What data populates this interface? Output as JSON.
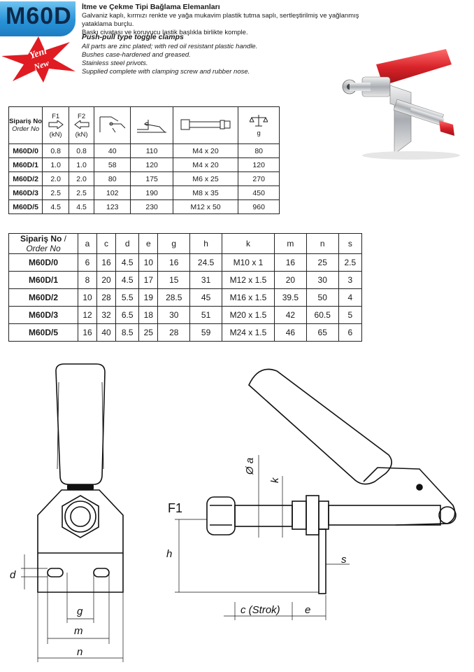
{
  "header": {
    "model": "M60D",
    "badge_line1": "Yeni",
    "badge_line2": "New",
    "tr_title": "İtme ve Çekme Tipi Bağlama Elemanları",
    "tr_desc_1": "Galvaniz kaplı, kırmızı renkte ve yağa mukavim plastik tutma saplı, sertleştirilmiş ve yağlanmış yataklama burçlu.",
    "tr_desc_2": "Baskı civatası ve koruyucu lastik başlıkla birlikte komple.",
    "en_title": "Push-pull type toggle clamps",
    "en_desc_1": "All parts are zinc plated; with red oil resistant plastic handle.",
    "en_desc_2": "Bushes case-hardened  and greased.",
    "en_desc_3": "Stainless steel privots.",
    "en_desc_4": "Supplied complete with clamping screw and rubber nose."
  },
  "table1": {
    "head": {
      "order_tr": "Sipariş No",
      "order_en": "Order No",
      "f1": "F1",
      "f1_unit": "(kN)",
      "f2": "F2",
      "f2_unit": "(kN)",
      "weight_unit": "g"
    },
    "rows": [
      [
        "M60D/0",
        "0.8",
        "0.8",
        "40",
        "110",
        "M4 x 20",
        "80"
      ],
      [
        "M60D/1",
        "1.0",
        "1.0",
        "58",
        "120",
        "M4 x 20",
        "120"
      ],
      [
        "M60D/2",
        "2.0",
        "2.0",
        "80",
        "175",
        "M6 x 25",
        "270"
      ],
      [
        "M60D/3",
        "2.5",
        "2.5",
        "102",
        "190",
        "M8 x 35",
        "450"
      ],
      [
        "M60D/5",
        "4.5",
        "4.5",
        "123",
        "230",
        "M12 x 50",
        "960"
      ]
    ]
  },
  "table2": {
    "head": {
      "order_tr": "Sipariş No",
      "sep": " / ",
      "order_en": "Order No",
      "cols": [
        "a",
        "c",
        "d",
        "e",
        "g",
        "h",
        "k",
        "m",
        "n",
        "s"
      ]
    },
    "rows": [
      [
        "M60D/0",
        "6",
        "16",
        "4.5",
        "10",
        "16",
        "24.5",
        "M10 x 1",
        "16",
        "25",
        "2.5"
      ],
      [
        "M60D/1",
        "8",
        "20",
        "4.5",
        "17",
        "15",
        "31",
        "M12 x 1.5",
        "20",
        "30",
        "3"
      ],
      [
        "M60D/2",
        "10",
        "28",
        "5.5",
        "19",
        "28.5",
        "45",
        "M16 x 1.5",
        "39.5",
        "50",
        "4"
      ],
      [
        "M60D/3",
        "12",
        "32",
        "6.5",
        "18",
        "30",
        "51",
        "M20 x 1.5",
        "42",
        "60.5",
        "5"
      ],
      [
        "M60D/5",
        "16",
        "40",
        "8.5",
        "25",
        "28",
        "59",
        "M24 x 1.5",
        "46",
        "65",
        "6"
      ]
    ]
  },
  "drawing": {
    "d": "d",
    "g": "g",
    "m": "m",
    "n": "n",
    "f1": "F1",
    "h": "h",
    "phi_a": "Ø a",
    "k": "k",
    "s": "s",
    "c_strok": "c (Strok)",
    "e": "e"
  },
  "colors": {
    "badge_blue": "#2a93d8",
    "star_red": "#e01b22",
    "handle_red": "#d8232a"
  }
}
